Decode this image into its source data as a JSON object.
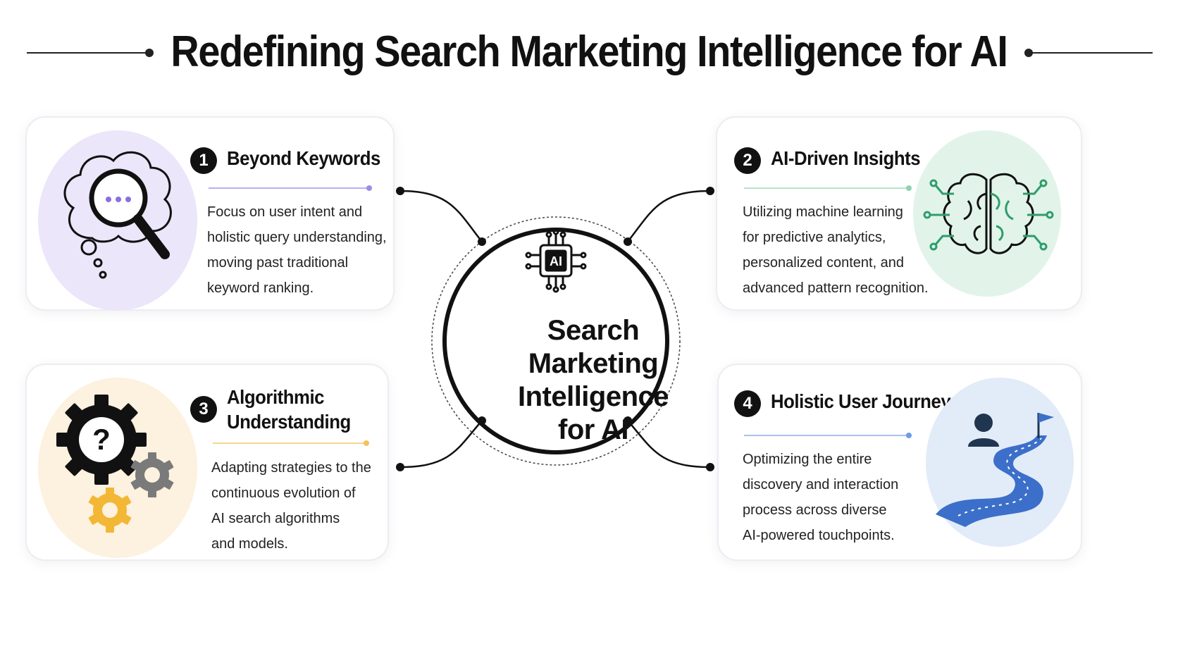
{
  "title": "Redefining Search Marketing Intelligence for AI",
  "hub": {
    "icon": "ai-chip-icon",
    "chip_label": "AI",
    "lines": [
      "Search",
      "Marketing",
      "Intelligence",
      "for AI"
    ]
  },
  "cards": [
    {
      "number": "1",
      "heading": "Beyond Keywords",
      "icon": "thought-bubble-magnifier-icon",
      "accent": "#9b8ce6",
      "tint": "#ece7fb",
      "body": [
        "Focus on user intent and",
        "holistic query understanding,",
        "moving past traditional",
        "keyword ranking."
      ]
    },
    {
      "number": "2",
      "heading": "AI-Driven Insights",
      "icon": "circuit-brain-icon",
      "accent": "#8fd3b0",
      "tint": "#e2f4ea",
      "body": [
        "Utilizing machine learning",
        "for predictive analytics,",
        "personalized content, and",
        "advanced pattern recognition."
      ]
    },
    {
      "number": "3",
      "heading_lines": [
        "Algorithmic",
        "Understanding"
      ],
      "icon": "gears-question-icon",
      "accent": "#f2c25a",
      "tint": "#fdf1df",
      "body": [
        "Adapting strategies to the",
        "continuous evolution of",
        "AI search algorithms",
        "and models."
      ]
    },
    {
      "number": "4",
      "heading": "Holistic User Journey",
      "icon": "user-path-flag-icon",
      "accent": "#6f9be6",
      "tint": "#e2ebf8",
      "body": [
        "Optimizing the entire",
        "discovery and interaction",
        "process across diverse",
        "AI-powered touchpoints."
      ]
    }
  ]
}
